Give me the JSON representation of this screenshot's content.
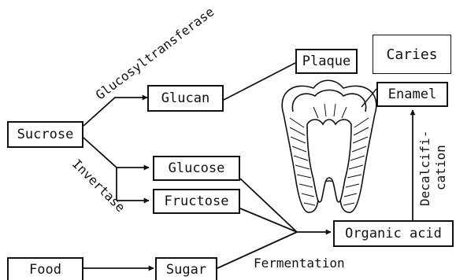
{
  "nodes": {
    "sucrose": "Sucrose",
    "glucan": "Glucan",
    "plaque": "Plaque",
    "caries": "Caries",
    "enamel": "Enamel",
    "glucose": "Glucose",
    "fructose": "Fructose",
    "organic_acid": "Organic acid",
    "food": "Food",
    "sugar": "Sugar"
  },
  "labels": {
    "glucosyltransferase": "Glucosyltransferase",
    "invertase": "Invertase",
    "fermentation": "Fermentation",
    "decalcification_line1": "Decalcifi-",
    "decalcification_line2": "cation"
  },
  "icons": {
    "tooth": "tooth-icon"
  }
}
